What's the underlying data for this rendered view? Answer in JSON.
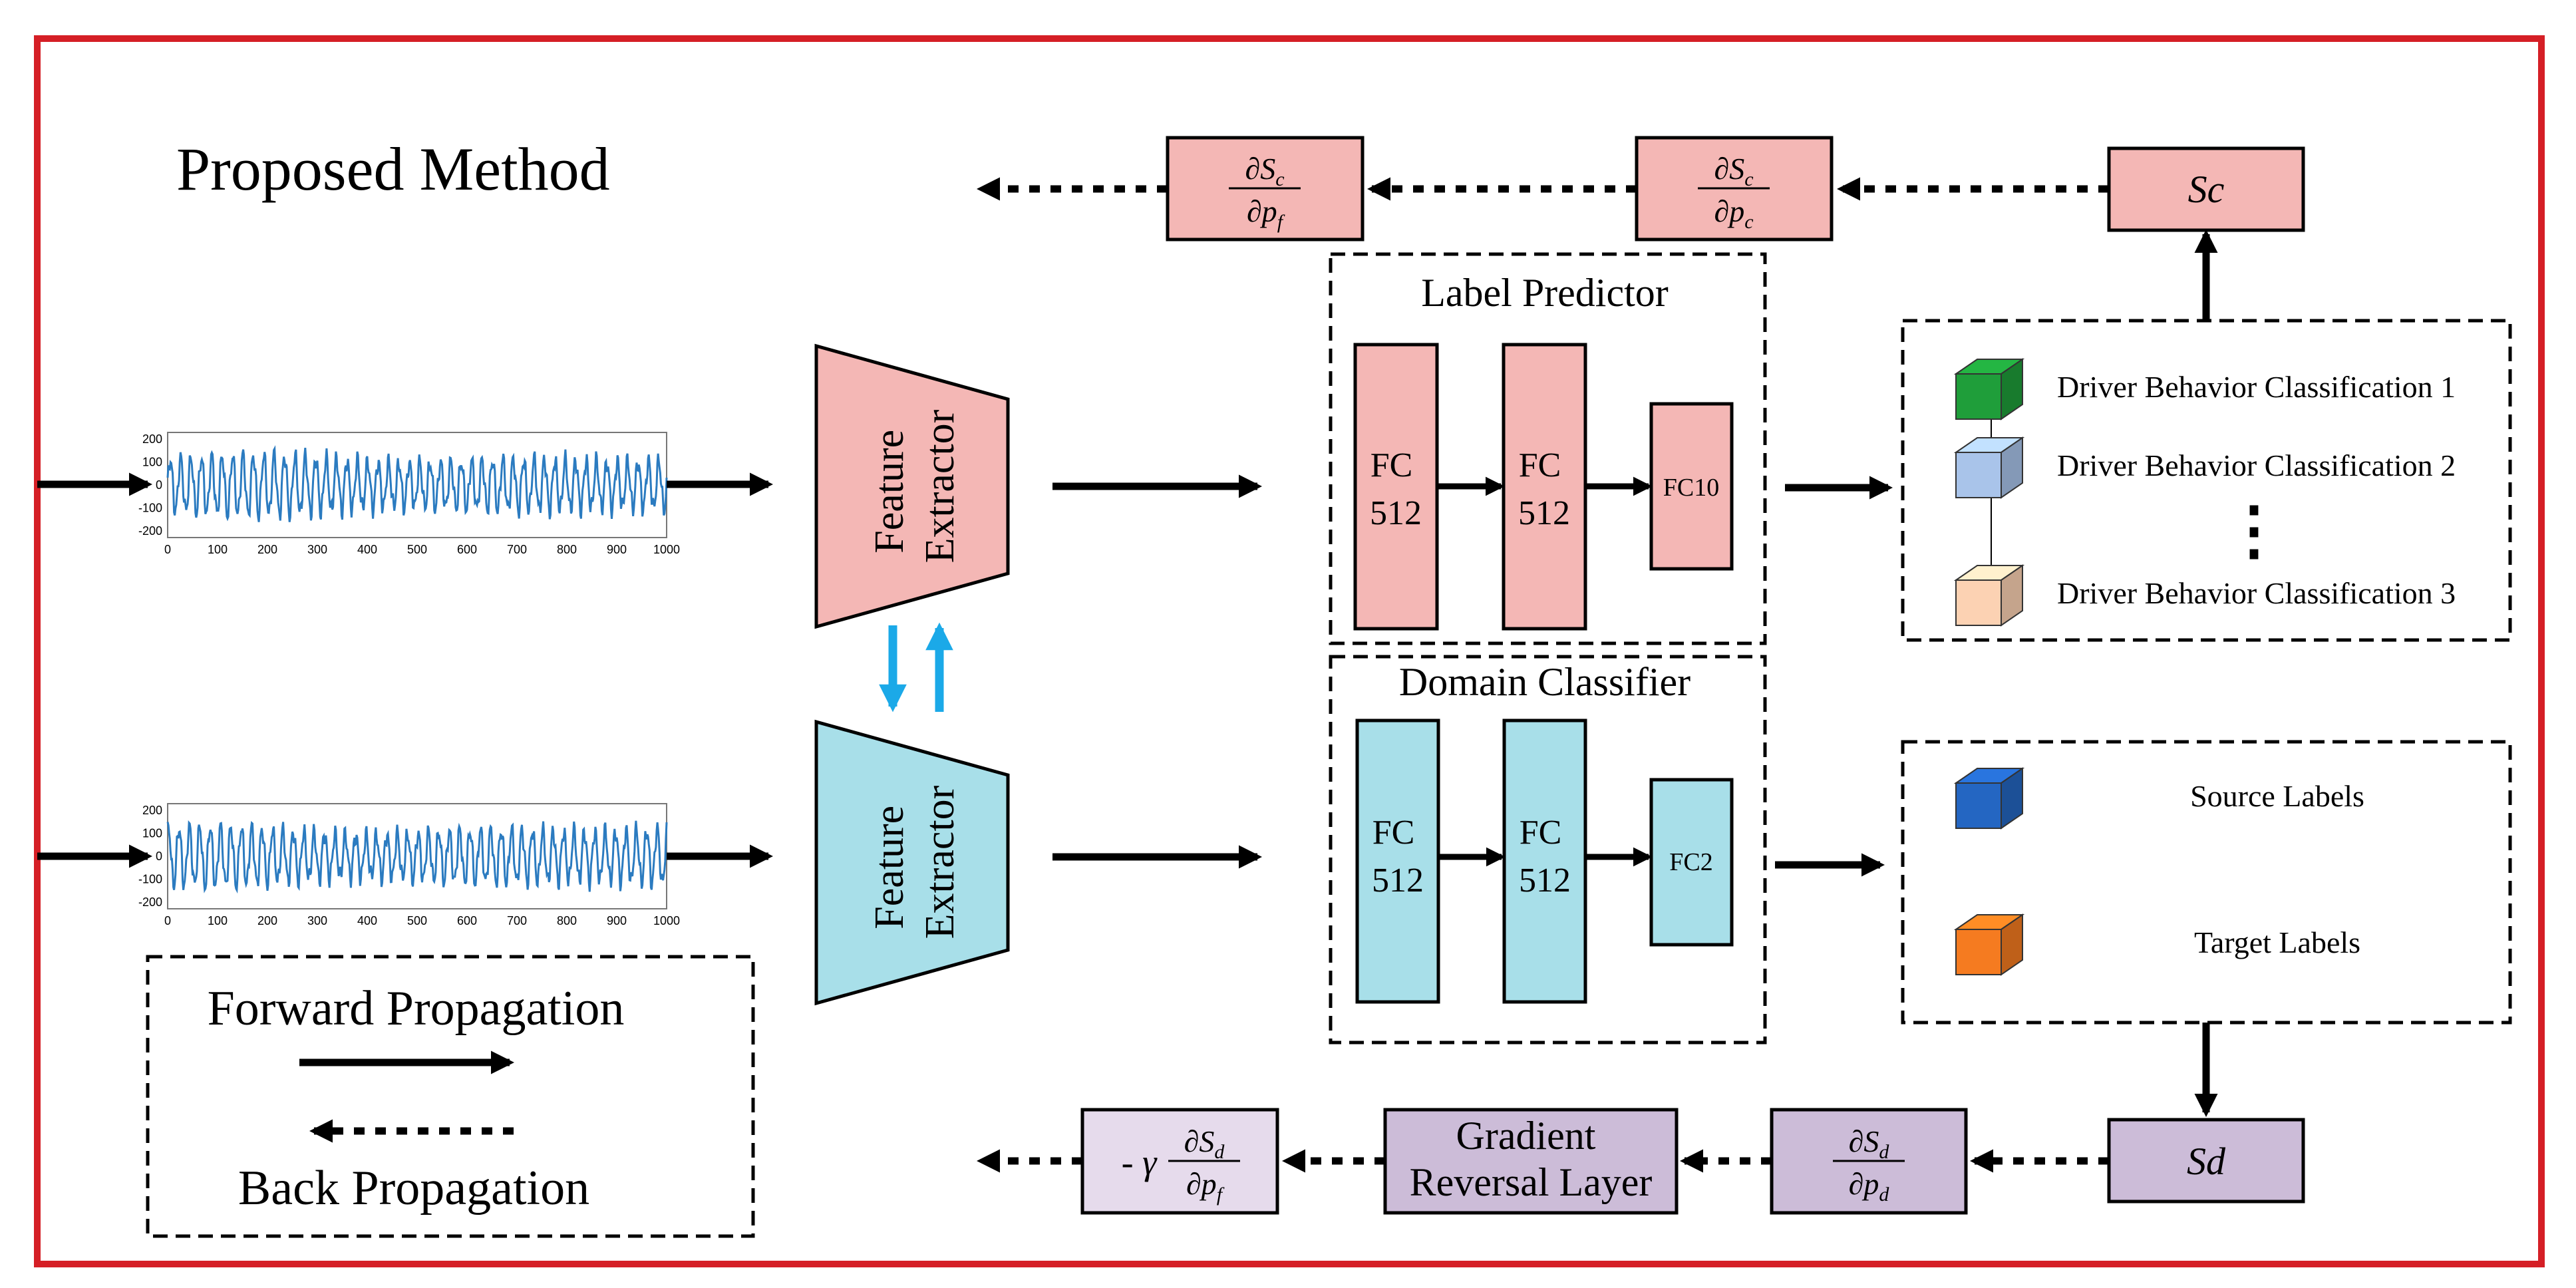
{
  "title": "Proposed Method",
  "legend": {
    "forward": "Forward Propagation",
    "back": "Back Propagation"
  },
  "signal_axis": {
    "y_ticks": [
      "200",
      "100",
      "0",
      "-100",
      "-200"
    ],
    "x_ticks": [
      "0",
      "100",
      "200",
      "300",
      "400",
      "500",
      "600",
      "700",
      "800",
      "900",
      "1000"
    ]
  },
  "feature_extractor": {
    "label_line1": "Feature",
    "label_line2": "Extractor"
  },
  "label_predictor": {
    "title": "Label Predictor",
    "fc_a": {
      "line1": "FC",
      "line2": "512"
    },
    "fc_b": {
      "line1": "FC",
      "line2": "512"
    },
    "fc_out": "FC10"
  },
  "domain_classifier": {
    "title": "Domain Classifier",
    "fc_a": {
      "line1": "FC",
      "line2": "512"
    },
    "fc_b": {
      "line1": "FC",
      "line2": "512"
    },
    "fc_out": "FC2"
  },
  "behavior_outputs": {
    "items": [
      "Driver Behavior Classification 1",
      "Driver Behavior Classification 2",
      "Driver Behavior Classification 3"
    ],
    "ellipsis": "⋮"
  },
  "domain_outputs": {
    "source": "Source Labels",
    "target": "Target Labels"
  },
  "losses": {
    "class": {
      "sym": "S",
      "sub": "c"
    },
    "domain": {
      "sym": "S",
      "sub": "d"
    }
  },
  "gradients": {
    "dSc_dpc": {
      "num_sym": "∂S",
      "num_sub": "c",
      "den_sym": "∂p",
      "den_sub": "c"
    },
    "dSc_dpf": {
      "num_sym": "∂S",
      "num_sub": "c",
      "den_sym": "∂p",
      "den_sub": "f"
    },
    "dSd_dpd": {
      "num_sym": "∂S",
      "num_sub": "d",
      "den_sym": "∂p",
      "den_sub": "d"
    },
    "neg_gamma": {
      "prefix": "- γ",
      "num_sym": "∂S",
      "num_sub": "d",
      "den_sym": "∂p",
      "den_sub": "f"
    }
  },
  "grl": {
    "line1": "Gradient",
    "line2": "Reversal Layer"
  },
  "colors": {
    "frame_red": "#d51f26",
    "pink": "#f4b7b5",
    "cyan": "#a8dfe9",
    "lavender": "#ccbcd8",
    "lavender_light": "#e6dbec",
    "signal_blue": "#2b7bc0",
    "swap_arrow": "#1ba9e8",
    "cube_green": "#1f9e3a",
    "cube_lightblue": "#a9c4ea",
    "cube_peach": "#fcd2b3",
    "cube_blue": "#2466c2",
    "cube_orange": "#f57b20"
  }
}
